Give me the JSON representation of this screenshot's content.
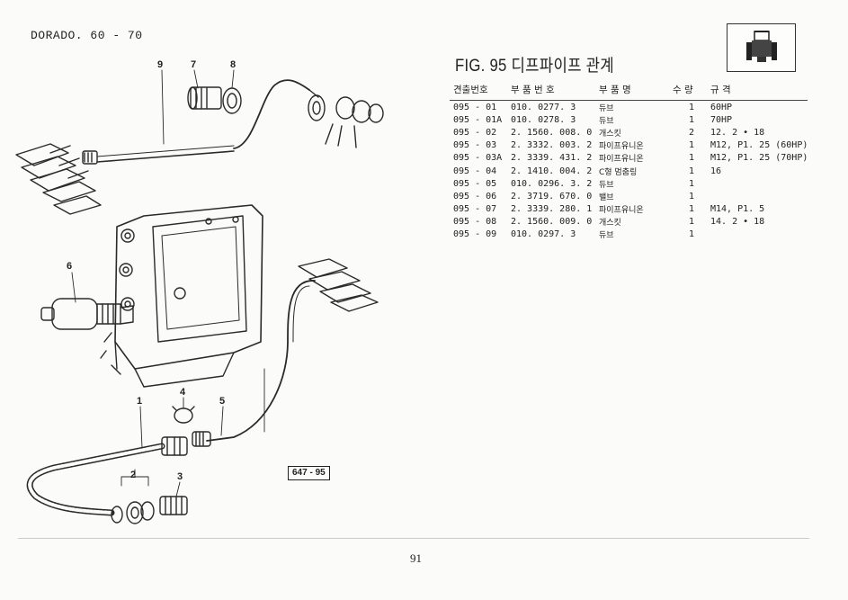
{
  "header": {
    "page_title": "DORADO. 60 - 70"
  },
  "figure": {
    "title": "FIG. 95 디프파이프 관계",
    "ref_code": "647 - 95"
  },
  "table": {
    "columns": [
      "견출번호",
      "부 품 번 호",
      "부 품 명",
      "수 량",
      "규 격"
    ],
    "rows": [
      [
        "095 - 01",
        "010. 0277. 3",
        "듀브",
        "1",
        "60HP"
      ],
      [
        "095 - 01A",
        "010. 0278. 3",
        "듀브",
        "1",
        "70HP"
      ],
      [
        "095 - 02",
        "2. 1560. 008. 0",
        "개스킷",
        "2",
        "12. 2 • 18"
      ],
      [
        "095 - 03",
        "2. 3332. 003. 2",
        "파이프유니온",
        "1",
        "M12, P1. 25 (60HP)"
      ],
      [
        "095 - 03A",
        "2. 3339. 431. 2",
        "파이프유니온",
        "1",
        "M12, P1. 25 (70HP)"
      ],
      [
        "095 - 04",
        "2. 1410. 004. 2",
        "C형 멈춤링",
        "1",
        "16"
      ],
      [
        "095 - 05",
        "010. 0296. 3. 2",
        "듀브",
        "1",
        ""
      ],
      [
        "095 - 06",
        "2. 3719. 670. 0",
        "밸브",
        "1",
        ""
      ],
      [
        "095 - 07",
        "2. 3339. 280. 1",
        "파이프유니온",
        "1",
        "M14, P1. 5"
      ],
      [
        "095 - 08",
        "2. 1560. 009. 0",
        "개스킷",
        "1",
        "14. 2 • 18"
      ],
      [
        "095 - 09",
        "010. 0297. 3",
        "듀브",
        "1",
        ""
      ]
    ]
  },
  "callouts": [
    "9",
    "7",
    "8",
    "6",
    "4",
    "5",
    "1",
    "2",
    "3"
  ],
  "footer": {
    "page_number": "91"
  }
}
